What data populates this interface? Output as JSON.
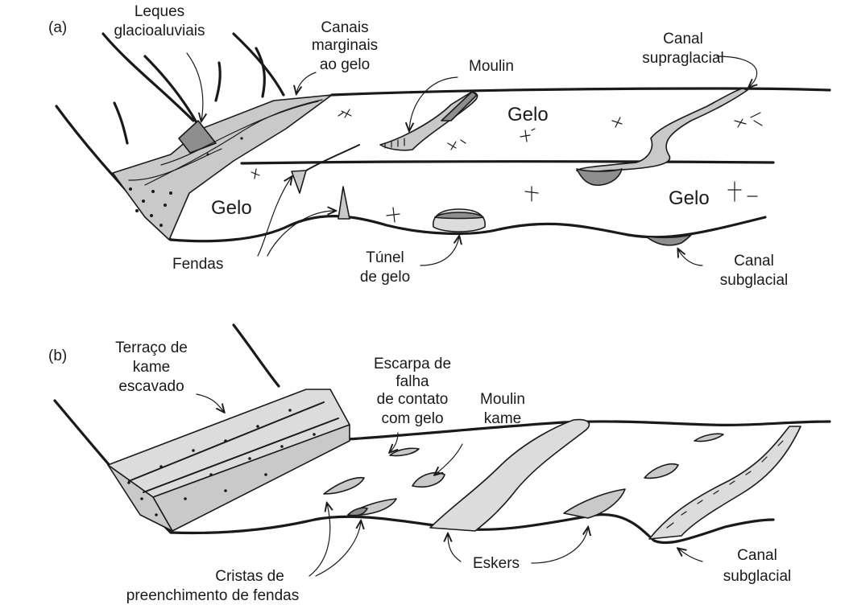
{
  "panel_a": {
    "tag": "(a)",
    "leques_line1": "Leques",
    "leques_line2": "glacioaluviais",
    "canais_line1": "Canais",
    "canais_line2": "marginais",
    "canais_line3": "ao gelo",
    "moulin": "Moulin",
    "canal_supra_line1": "Canal",
    "canal_supra_line2": "supraglacial",
    "gelo_top": "Gelo",
    "gelo_left": "Gelo",
    "gelo_right": "Gelo",
    "fendas": "Fendas",
    "tunel_line1": "Túnel",
    "tunel_line2": "de gelo",
    "canal_sub_line1": "Canal",
    "canal_sub_line2": "subglacial"
  },
  "panel_b": {
    "tag": "(b)",
    "terraco_line1": "Terraço de",
    "terraco_line2": "kame",
    "terraco_line3": "escavado",
    "escarpa_line1": "Escarpa de",
    "escarpa_line2": "falha",
    "escarpa_line3": "de contato",
    "escarpa_line4": "com gelo",
    "moulin_kame_line1": "Moulin",
    "moulin_kame_line2": "kame",
    "cristas_line1": "Cristas de",
    "cristas_line2": "preenchimento de fendas",
    "eskers": "Eskers",
    "canal_sub_line1": "Canal",
    "canal_sub_line2": "subglacial"
  },
  "colors": {
    "sediment_light": "#c9c9c9",
    "sediment_dark": "#8e8e8e",
    "ink": "#1a1a1a"
  }
}
